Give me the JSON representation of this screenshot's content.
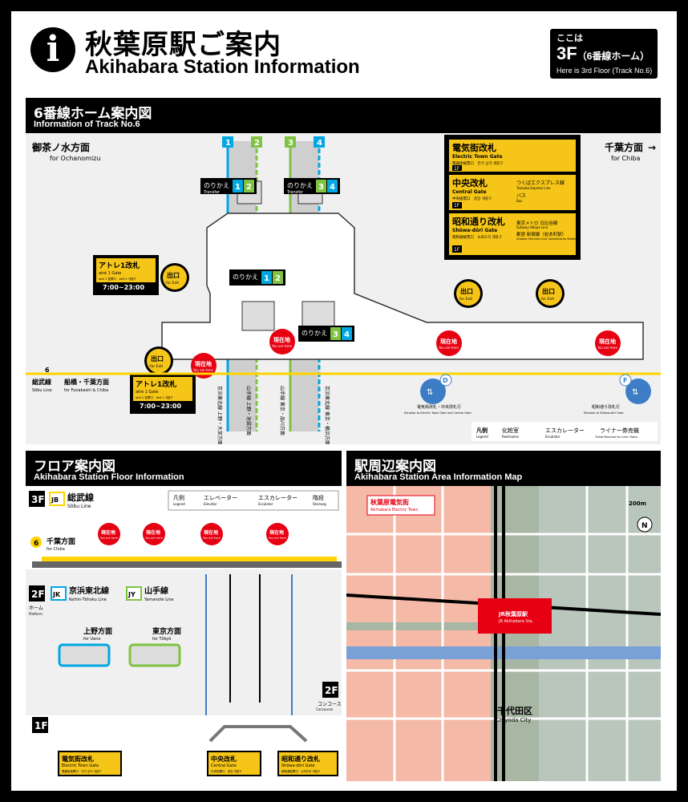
{
  "header": {
    "title_ja": "秋葉原駅ご案内",
    "title_en": "Akihabara Station Information",
    "here_ja": "ここは",
    "here_floor": "3F",
    "here_track": "（6番線ホーム）",
    "here_en": "Here is 3rd Floor (Track No.6)"
  },
  "track_map": {
    "title_ja": "6番線ホーム案内図",
    "title_en": "Information of Track No.6",
    "dir_left_ja": "御茶ノ水方面",
    "dir_left_en": "for Ochanomizu",
    "dir_right_ja": "千葉方面",
    "dir_right_en": "for Chiba",
    "transfer_ja": "のりかえ",
    "transfer_en": "Transfer",
    "track_numbers": [
      "1",
      "2",
      "3",
      "4"
    ],
    "gates": {
      "electric_ja": "電気街改札",
      "electric_en": "Electric Town Gate",
      "electric_sub": "電器街檢票口　전기 상가 개찰구",
      "central_ja": "中央改札",
      "central_en": "Central Gate",
      "central_sub": "中央檢票口　중앙 개찰구",
      "showa_ja": "昭和通り改札",
      "showa_en": "Shōwa-dōri Gate",
      "showa_sub": "昭和通檢票口　쇼와도리 개찰구",
      "floor": "1F",
      "tx_ja": "つくばエクスプレス線",
      "tx_en": "Tsukuba Express Line",
      "bus_ja": "バス",
      "bus_en": "Bus",
      "metro_ja": "東京メトロ 日比谷線",
      "metro_en": "Subway Hibiya Line",
      "toei_ja": "都営 新宿線（岩本町駅）",
      "toei_en": "Subway Shinjuku Line (Iwamotocho Station)"
    },
    "atre_ja": "アトレ1改札",
    "atre_en": "atré 1 Gate",
    "atre_sub": "atré 1 檢票口　atré 1 개찰구",
    "atre_hours": "7:00~23:00",
    "exit_ja": "出口",
    "exit_en": "for Exit",
    "here_ja": "現在地",
    "here_en": "You are here",
    "sobu_num": "6",
    "sobu_ja": "総武線",
    "sobu_en": "Sōbu Line",
    "sobu_dir_ja": "船橋・千葉方面",
    "sobu_dir_en": "for Funabashi & Chiba",
    "line_labels": [
      "京浜東北線 上野・大宮方面",
      "山手線 上野・池袋方面",
      "山手線 東京・品川方面",
      "京浜東北線 東京・横浜方面"
    ],
    "elevator_d": "電気街改札・中央改札行",
    "elevator_d_en": "Elevator to Electric Town Gate and Central Gate",
    "elevator_f": "昭和通り改札行",
    "elevator_f_en": "Elevator to Shōwa-dōri Gate",
    "legend_ja": "凡例",
    "legend_en": "Legend",
    "restroom_ja": "化粧室",
    "restroom_en": "Restrooms",
    "escalator_ja": "エスカレーター",
    "escalator_en": "Escalator",
    "ticket_ja": "ライナー券売機",
    "ticket_en": "Ticket Machine for Liner Trains"
  },
  "floor_map": {
    "title_ja": "フロア案内図",
    "title_en": "Akihabara Station Floor Information",
    "f3": "3F",
    "jb": "JB",
    "sobu_ja": "総武線",
    "sobu_en": "Sōbu Line",
    "track6": "6",
    "chiba_ja": "千葉方面",
    "chiba_en": "for Chiba",
    "here_ja": "現在地",
    "here_en": "You are here",
    "legend_ja": "凡例",
    "legend_en": "Legend",
    "elevator_ja": "エレベーター",
    "elevator_en": "Elevator",
    "escalator_ja": "エスカレーター",
    "escalator_en": "Escalator",
    "stairs_ja": "階段",
    "stairs_en": "Stairway",
    "f2": "2F",
    "f2_ja": "ホーム",
    "f2_en": "Platform",
    "jk": "JK",
    "jk_ja": "京浜東北線",
    "jk_en": "Keihin-Tōhoku Line",
    "jy": "JY",
    "jy_ja": "山手線",
    "jy_en": "Yamanote Line",
    "ueno_ja": "上野方面",
    "ueno_en": "for Ueno",
    "tokyo_ja": "東京方面",
    "tokyo_en": "for Tōkyō",
    "concourse": "2F",
    "concourse_ja": "コンコース",
    "concourse_en": "Concourse",
    "f1": "1F",
    "gate1_ja": "電気街改札",
    "gate1_en": "Electric Town Gate",
    "gate1_sub": "電器街檢票口　전기 상가 개찰구",
    "gate2_ja": "中央改札",
    "gate2_en": "Central Gate",
    "gate2_sub": "中央檢票口　중앙 개찰구",
    "gate3_ja": "昭和通り改札",
    "gate3_en": "Shōwa-dōri Gate",
    "gate3_sub": "昭和通檢票口　쇼와도리 개찰구"
  },
  "area_map": {
    "title_ja": "駅周辺案内図",
    "title_en": "Akihabara Station Area Information Map",
    "electric_town_ja": "秋葉原電気街",
    "electric_town_en": "Akihabara Electric Town",
    "station_ja": "JR秋葉原駅",
    "station_en": "JR Akihabara Sta.",
    "ward_ja": "千代田区",
    "ward_en": "Chiyoda City",
    "scale": "200m",
    "north": "N"
  },
  "colors": {
    "accent_yellow": "#f5c518",
    "here_red": "#e60012",
    "keihin_blue": "#00a7e3",
    "yamanote_green": "#80c241",
    "sobu_yellow": "#ffd400",
    "elevator_blue": "#3c7dc6"
  }
}
